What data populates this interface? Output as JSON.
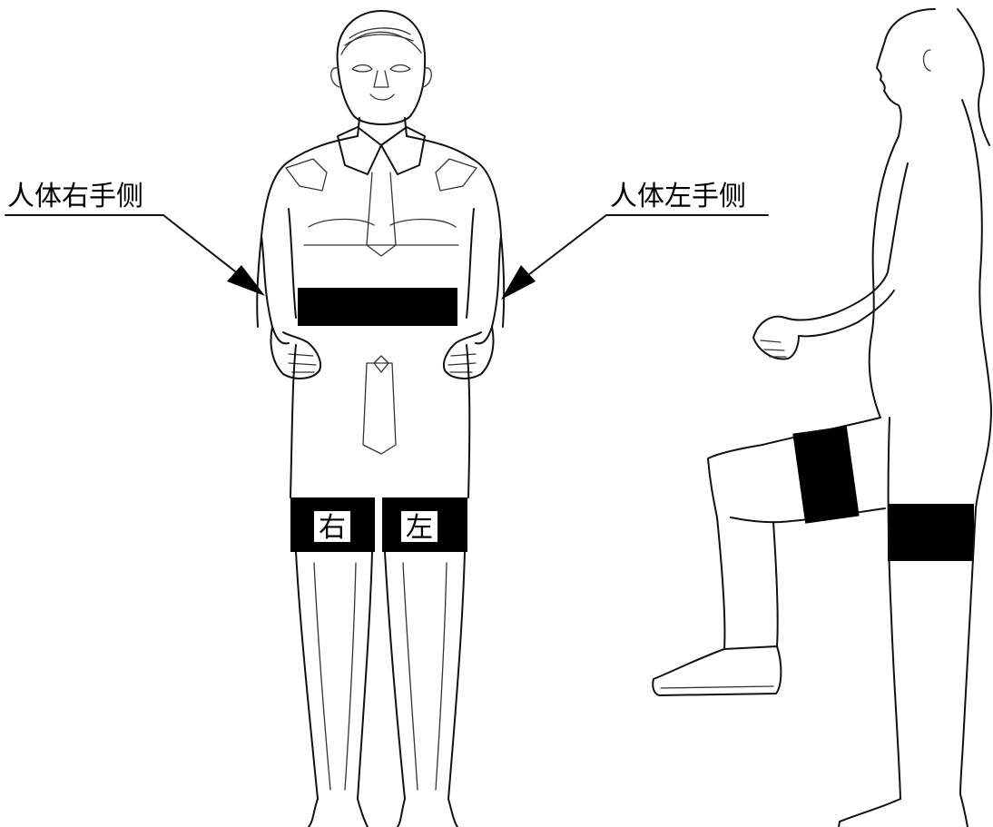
{
  "callouts": {
    "right_hand_side": "人体右手侧",
    "left_hand_side": "人体左手侧"
  },
  "thigh_bands": {
    "right": "右",
    "left": "左"
  },
  "colors": {
    "line": "#111111",
    "band": "#000000",
    "background": "#ffffff"
  }
}
